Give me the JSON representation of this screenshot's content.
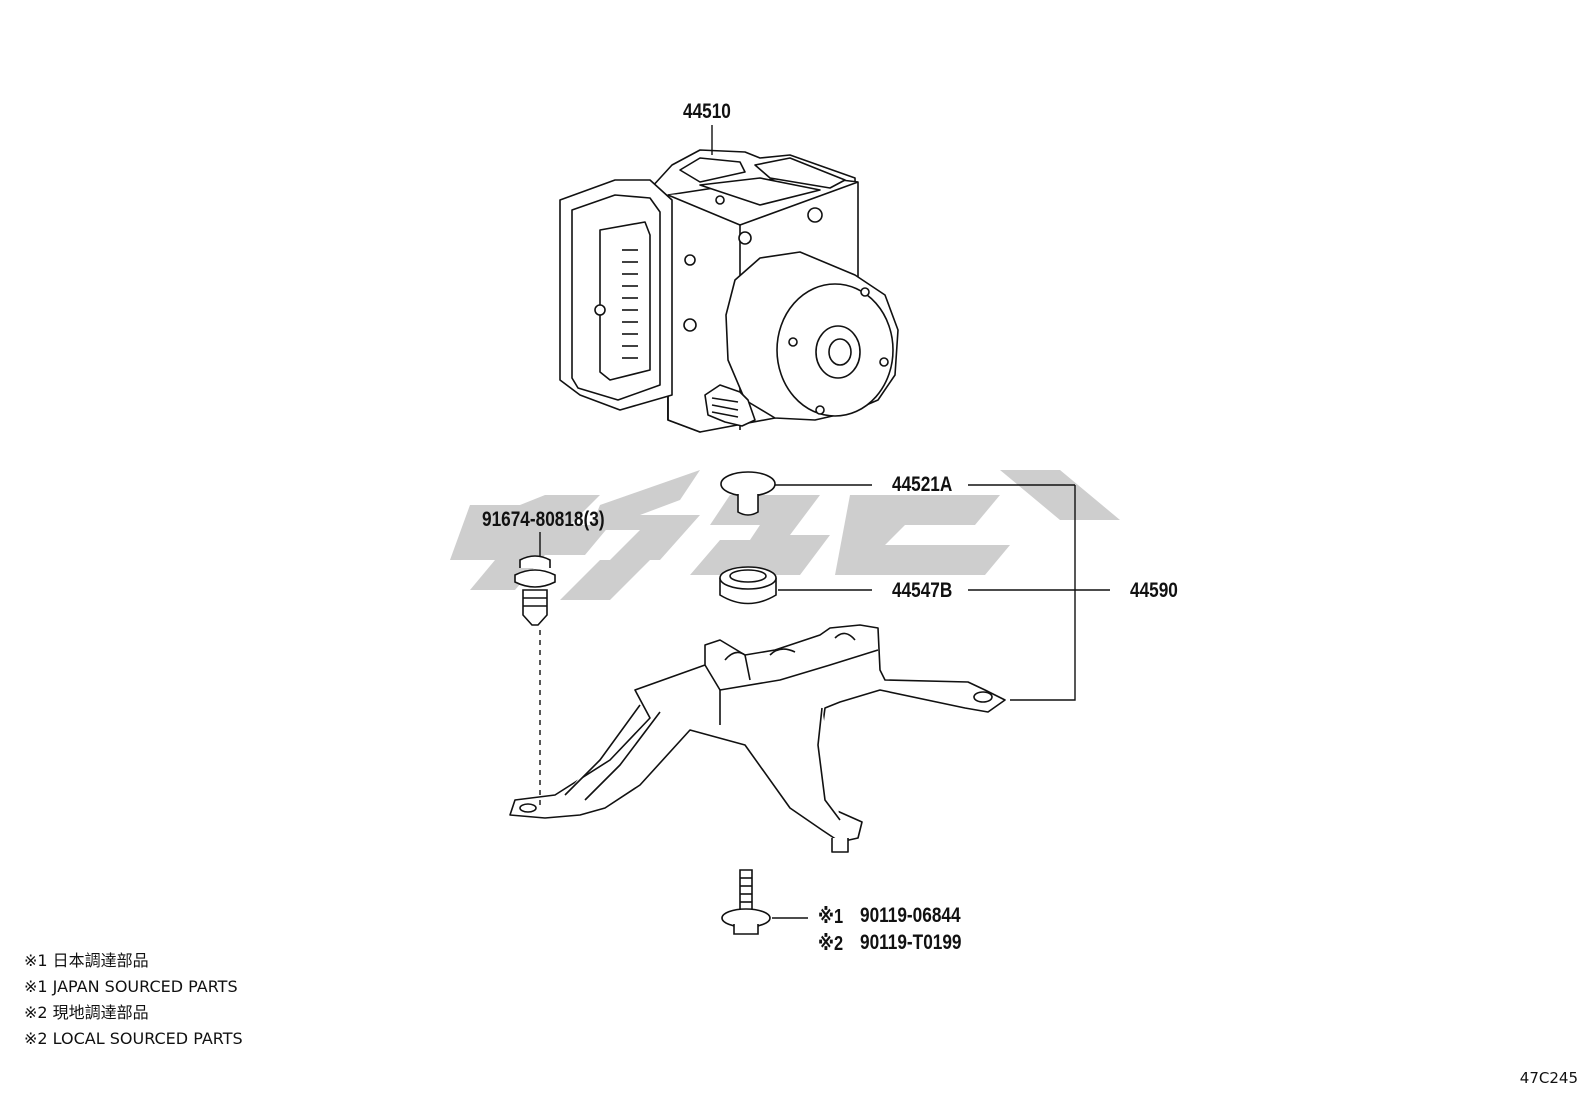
{
  "parts": {
    "actuator": "44510",
    "cap": "44521A",
    "cushion": "44547B",
    "bracket": "44590",
    "bolt": "91674-80818(3)",
    "screw_jp": "90119-06844",
    "screw_local": "90119-T0199",
    "screw_jp_mark": "※1",
    "screw_local_mark": "※2"
  },
  "legend": [
    "※1 日本調達部品",
    "※1 JAPAN SOURCED PARTS",
    "※2 現地調達部品",
    "※2 LOCAL SOURCED PARTS"
  ],
  "figure_code": "47C245",
  "colors": {
    "line": "#111111",
    "watermark": "#c8c8c8"
  }
}
